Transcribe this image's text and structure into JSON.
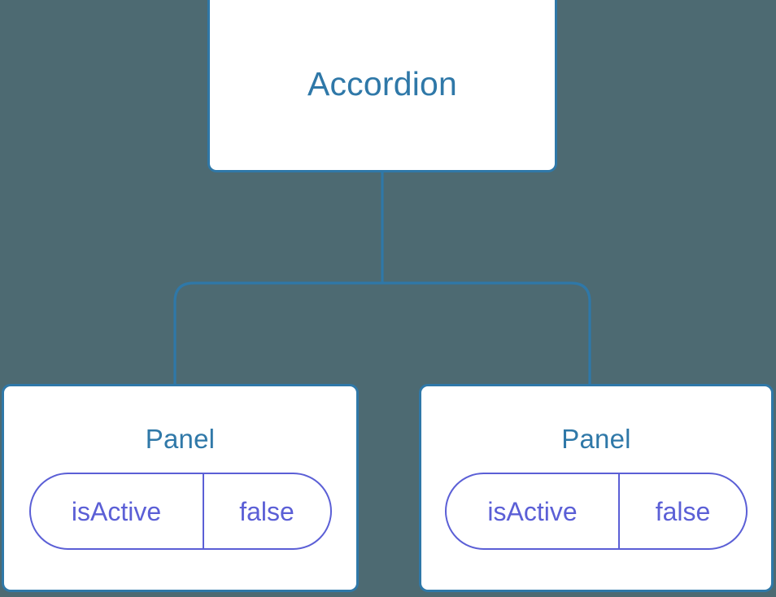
{
  "canvas": {
    "background_color": "#4d6a72",
    "node_fill": "#ffffff",
    "node_border_color": "#2f78a8",
    "edge_color": "#2f78a8",
    "title_color": "#2f78a8",
    "pill_color": "#5b5fd6"
  },
  "tree": {
    "root": {
      "title": "Accordion",
      "props": []
    },
    "children": [
      {
        "title": "Panel",
        "props": [
          {
            "key": "isActive",
            "value": "false"
          }
        ]
      },
      {
        "title": "Panel",
        "props": [
          {
            "key": "isActive",
            "value": "false"
          }
        ]
      }
    ]
  }
}
